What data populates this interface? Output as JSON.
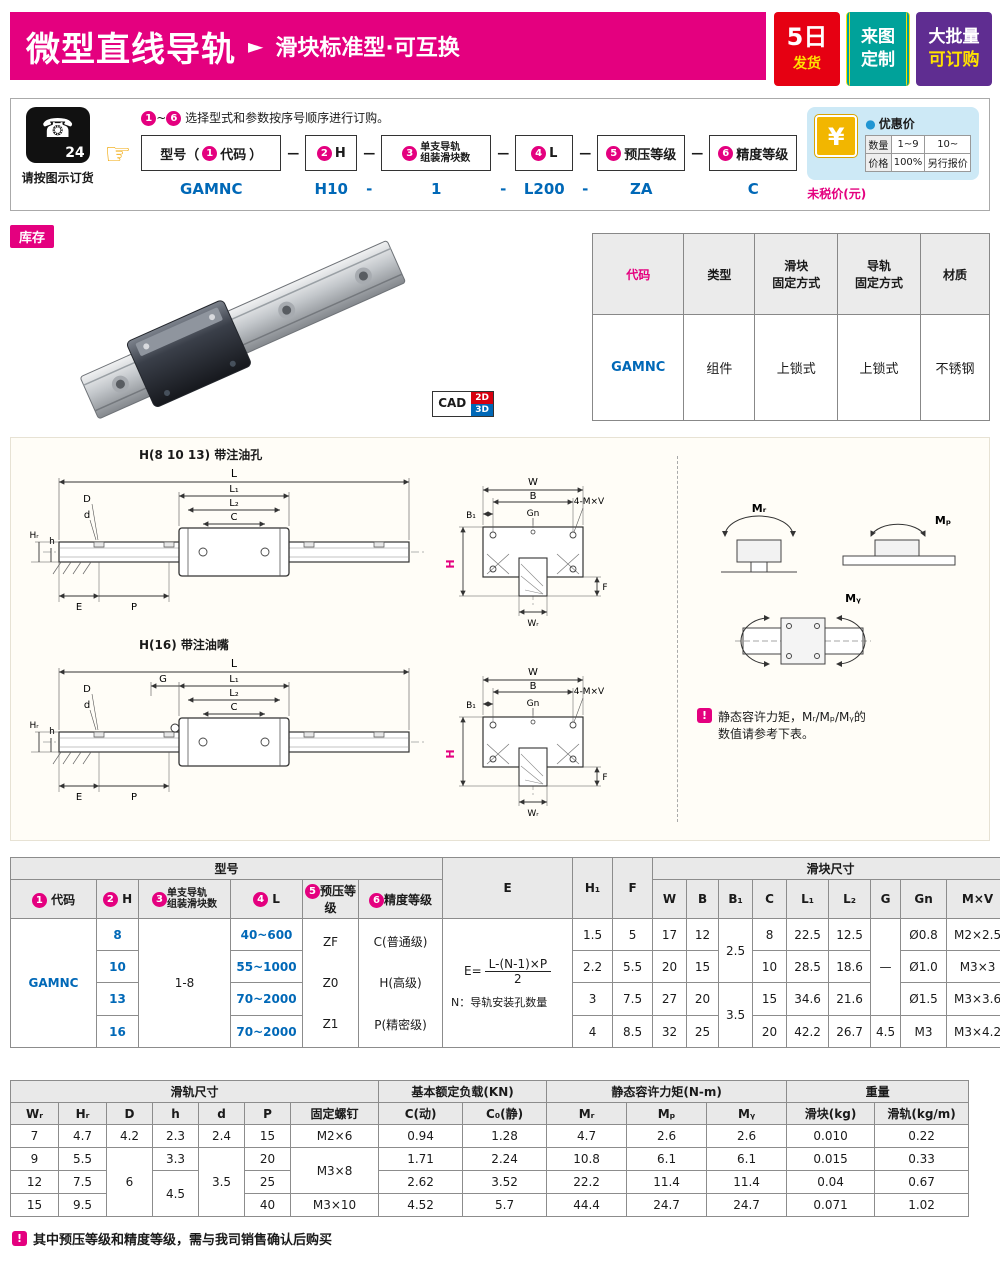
{
  "colors": {
    "accent": "#e4007f",
    "blue": "#0068b7"
  },
  "header": {
    "title": "微型直线导轨",
    "arrow": "►",
    "subtitle": "滑块标准型·可互换",
    "badge_ship_big": "5日",
    "badge_ship_small": "发货",
    "badge_custom_l1": "来图",
    "badge_custom_l2": "定制",
    "badge_bulk_l1": "大批量",
    "badge_bulk_l2": "可订购"
  },
  "order": {
    "phone_glyph": "☎",
    "phone_num": "24",
    "phone_label": "请按图示订货",
    "pointer": "☞",
    "inst_n1": "1",
    "inst_sep": "~",
    "inst_n2": "6",
    "inst_text": "选择型式和参数按序号顺序进行订购。",
    "dash": "—",
    "boxes": [
      {
        "num": "1",
        "pre": "型号（",
        "label": "代码",
        "post": "）"
      },
      {
        "num": "2",
        "label": "H"
      },
      {
        "num": "3",
        "label": "单支导轨\n组装滑块数"
      },
      {
        "num": "4",
        "label": "L"
      },
      {
        "num": "5",
        "label": "预压等级"
      },
      {
        "num": "6",
        "label": "精度等级"
      }
    ],
    "example": [
      "GAMNC",
      "",
      "H10",
      "-",
      "1",
      "-",
      "L200",
      "-",
      "ZA",
      "",
      "C"
    ]
  },
  "price": {
    "yen": "¥",
    "dot": "●",
    "title": "优惠价",
    "rows": [
      [
        "数量",
        "1~9",
        "10~"
      ],
      [
        "价格",
        "100%",
        "另行报价"
      ]
    ],
    "note": "未税价(元)"
  },
  "stock": {
    "label": "库存",
    "cad": "CAD",
    "cad_2d": "2D",
    "cad_3d": "3D"
  },
  "overview": {
    "headers": [
      "代码",
      "类型",
      "滑块\n固定方式",
      "导轨\n固定方式",
      "材质"
    ],
    "row": [
      "GAMNC",
      "组件",
      "上锁式",
      "上锁式",
      "不锈钢"
    ]
  },
  "drawings": {
    "d1_title": "H(8 10 13) 带注油孔",
    "d2_title": "H(16) 带注油嘴",
    "labels": {
      "L": "L",
      "L1": "L₁",
      "L2": "L₂",
      "C": "C",
      "D": "D",
      "d": "d",
      "HR": "Hᵣ",
      "h": "h",
      "E": "E",
      "P": "P",
      "G": "G",
      "W": "W",
      "B": "B",
      "B1": "B₁",
      "Gn": "Gn",
      "MxV": "4-M×V",
      "H": "H",
      "F": "F",
      "WR": "Wᵣ",
      "MR": "Mᵣ",
      "MP": "Mₚ",
      "MY": "Mᵧ"
    },
    "note_icon": "!",
    "note": "静态容许力矩，Mᵣ/Mₚ/Mᵧ的\n数值请参考下表。"
  },
  "spec": {
    "group_model": "型号",
    "group_dims": "滑块尺寸",
    "h_E": "E",
    "h_H1": "H₁",
    "h_F": "F",
    "nums": [
      "1",
      "2",
      "3",
      "4",
      "5",
      "6"
    ],
    "h_code": "代码",
    "h_H": "H",
    "h_blocks": "单支导轨\n组装滑块数",
    "h_L": "L",
    "h_preload": "预压等级",
    "h_acc": "精度等级",
    "sub": [
      "W",
      "B",
      "B₁",
      "C",
      "L₁",
      "L₂",
      "G",
      "Gn",
      "M×V"
    ],
    "code": "GAMNC",
    "blocks": "1-8",
    "preload": [
      "ZF",
      "Z0",
      "Z1"
    ],
    "acc": [
      "C(普通级)",
      "H(高级)",
      "P(精密级)"
    ],
    "E_pre": "E=",
    "E_num": "L-(N-1)×P",
    "E_den": "2",
    "E_note": "N：导轨安装孔数量",
    "B1_12": "2.5",
    "B1_34": "3.5",
    "G_123": "—",
    "G_4": "4.5",
    "rows": [
      {
        "H": "8",
        "L": "40~600",
        "H1": "1.5",
        "F": "5",
        "W": "17",
        "B": "12",
        "C": "8",
        "L1": "22.5",
        "L2": "12.5",
        "Gn": "Ø0.8",
        "MxV": "M2×2.5"
      },
      {
        "H": "10",
        "L": "55~1000",
        "H1": "2.2",
        "F": "5.5",
        "W": "20",
        "B": "15",
        "C": "10",
        "L1": "28.5",
        "L2": "18.6",
        "Gn": "Ø1.0",
        "MxV": "M3×3"
      },
      {
        "H": "13",
        "L": "70~2000",
        "H1": "3",
        "F": "7.5",
        "W": "27",
        "B": "20",
        "C": "15",
        "L1": "34.6",
        "L2": "21.6",
        "Gn": "Ø1.5",
        "MxV": "M3×3.6"
      },
      {
        "H": "16",
        "L": "70~2000",
        "H1": "4",
        "F": "8.5",
        "W": "32",
        "B": "25",
        "C": "20",
        "L1": "42.2",
        "L2": "26.7",
        "Gn": "M3",
        "MxV": "M3×4.2"
      }
    ]
  },
  "rail": {
    "g1": "滑轨尺寸",
    "g2": "基本额定负载(KN)",
    "g3": "静态容许力矩(N-m)",
    "g4": "重量",
    "cols": [
      "Wᵣ",
      "Hᵣ",
      "D",
      "h",
      "d",
      "P",
      "固定螺钉",
      "C(动)",
      "C₀(静)",
      "Mᵣ",
      "Mₚ",
      "Mᵧ",
      "滑块(kg)",
      "滑轨(kg/m)"
    ],
    "r1": {
      "WR": "7",
      "HR": "4.7",
      "D": "4.2",
      "h": "2.3",
      "d": "2.4",
      "P": "15",
      "screw": "M2×6",
      "Cd": "0.94",
      "C0": "1.28",
      "MR": "4.7",
      "MP": "2.6",
      "MY": "2.6",
      "wb": "0.010",
      "wr": "0.22"
    },
    "r2": {
      "WR": "9",
      "HR": "5.5",
      "D": "6",
      "h": "3.3",
      "d": "3.5",
      "P": "20",
      "screw": "M3×8",
      "Cd": "1.71",
      "C0": "2.24",
      "MR": "10.8",
      "MP": "6.1",
      "MY": "6.1",
      "wb": "0.015",
      "wr": "0.33"
    },
    "r3": {
      "WR": "12",
      "HR": "7.5",
      "h": "4.5",
      "P": "25",
      "Cd": "2.62",
      "C0": "3.52",
      "MR": "22.2",
      "MP": "11.4",
      "MY": "11.4",
      "wb": "0.04",
      "wr": "0.67"
    },
    "r4": {
      "WR": "15",
      "HR": "9.5",
      "P": "40",
      "screw": "M3×10",
      "Cd": "4.52",
      "C0": "5.7",
      "MR": "44.4",
      "MP": "24.7",
      "MY": "24.7",
      "wb": "0.071",
      "wr": "1.02"
    }
  },
  "footer": {
    "icon": "!",
    "text": "其中预压等级和精度等级，需与我司销售确认后购买"
  }
}
